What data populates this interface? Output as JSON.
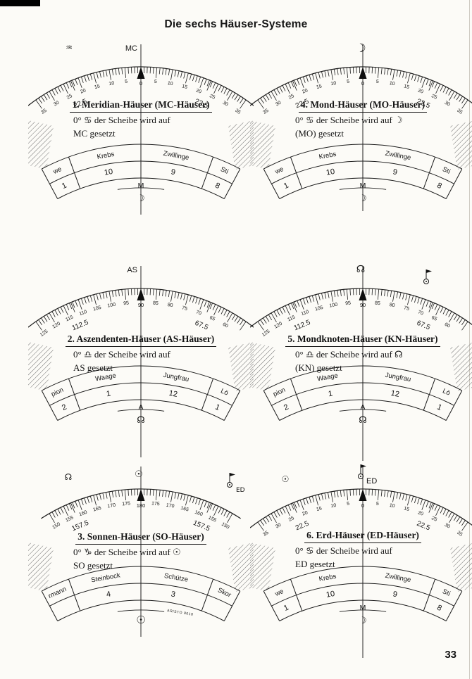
{
  "page": {
    "title": "Die sechs Häuser-Systeme",
    "page_number": "33"
  },
  "colors": {
    "ink": "#141414",
    "paper": "#fcfbf7"
  },
  "dials": [
    {
      "name": "meridian-haeuser",
      "pointer_label": "MC",
      "top_symbols": [
        {
          "name": "aquarius-symbol",
          "glyph": "♒"
        }
      ],
      "heading": "1. Meridian-Häuser (MC-Häuser)",
      "caption_line1": "0° ♋ der Scheibe wird auf",
      "caption_line2": "MC gesetzt",
      "scale": {
        "center": "0",
        "range": 35,
        "left": [
          {
            "t": "35",
            "off": 35
          },
          {
            "t": "30",
            "off": 30
          },
          {
            "t": "25",
            "off": 25
          },
          {
            "t": "22.5",
            "off": 22.5,
            "big": true
          },
          {
            "t": "20",
            "off": 20
          },
          {
            "t": "15",
            "off": 15
          },
          {
            "t": "10",
            "off": 10
          },
          {
            "t": "5",
            "off": 5
          }
        ],
        "right": [
          {
            "t": "5",
            "off": 5
          },
          {
            "t": "10",
            "off": 10
          },
          {
            "t": "15",
            "off": 15
          },
          {
            "t": "20",
            "off": 20
          },
          {
            "t": "22.5",
            "off": 22.5,
            "big": true
          },
          {
            "t": "25",
            "off": 25
          },
          {
            "t": "30",
            "off": 30
          },
          {
            "t": "35",
            "off": 35
          }
        ]
      },
      "band": {
        "names": [
          "we",
          "Krebs",
          "Zwillinge",
          "Sti"
        ],
        "numbers": [
          "1",
          "10",
          "9",
          "8"
        ],
        "center_letter": "M",
        "center_symbol": "☽"
      }
    },
    {
      "name": "aszendenten-haeuser",
      "pointer_label": "AS",
      "top_symbols": [],
      "heading": "2. Aszendenten-Häuser (AS-Häuser)",
      "caption_line1": "0° ♎ der Scheibe wird auf",
      "caption_line2": "AS gesetzt",
      "scale": {
        "center": "90",
        "range": 35,
        "left": [
          {
            "t": "125",
            "off": 35
          },
          {
            "t": "120",
            "off": 30
          },
          {
            "t": "115",
            "off": 25
          },
          {
            "t": "112.5",
            "off": 22.5,
            "big": true
          },
          {
            "t": "110",
            "off": 20
          },
          {
            "t": "105",
            "off": 15
          },
          {
            "t": "100",
            "off": 10
          },
          {
            "t": "95",
            "off": 5
          }
        ],
        "right": [
          {
            "t": "85",
            "off": 5
          },
          {
            "t": "80",
            "off": 10
          },
          {
            "t": "75",
            "off": 15
          },
          {
            "t": "70",
            "off": 20
          },
          {
            "t": "67.5",
            "off": 22.5,
            "big": true
          },
          {
            "t": "65",
            "off": 25
          },
          {
            "t": "60",
            "off": 30
          }
        ]
      },
      "band": {
        "names": [
          "pion",
          "Waage",
          "Jungfrau",
          "Lö"
        ],
        "numbers": [
          "2",
          "1",
          "12",
          "1"
        ],
        "center_letter": "A",
        "center_symbol": "☊"
      }
    },
    {
      "name": "sonnen-haeuser",
      "pointer_label": "",
      "top_symbols": [
        {
          "name": "node-symbol",
          "glyph": "☊"
        },
        {
          "name": "sun-symbol",
          "glyph": "☉"
        },
        {
          "name": "ed-marker-symbol",
          "glyph": "⚑"
        },
        {
          "name": "ed-label",
          "glyph": "ED"
        }
      ],
      "heading": "3. Sonnen-Häuser (SO-Häuser)",
      "caption_line1": "0° ♑ der Scheibe wird auf ☉",
      "caption_line2": "SO gesetzt",
      "scale": {
        "center": "180",
        "range": 30,
        "left": [
          {
            "t": "150",
            "off": 30
          },
          {
            "t": "155",
            "off": 25
          },
          {
            "t": "157.5",
            "off": 22.5,
            "big": true
          },
          {
            "t": "160",
            "off": 20
          },
          {
            "t": "165",
            "off": 15
          },
          {
            "t": "170",
            "off": 10
          },
          {
            "t": "175",
            "off": 5
          }
        ],
        "right": [
          {
            "t": "175",
            "off": 5
          },
          {
            "t": "170",
            "off": 10
          },
          {
            "t": "165",
            "off": 15
          },
          {
            "t": "160",
            "off": 20
          },
          {
            "t": "157.5",
            "off": 22.5,
            "big": true
          },
          {
            "t": "155",
            "off": 25
          },
          {
            "t": "150",
            "off": 30
          }
        ]
      },
      "band": {
        "names": [
          "rmann",
          "Steinbock",
          "Schütze",
          "Skor"
        ],
        "numbers": [
          "",
          "4",
          "3",
          ""
        ],
        "center_letter": "",
        "center_symbol": "☉",
        "brand": "ARISTO 8018"
      }
    },
    {
      "name": "mond-haeuser",
      "pointer_label": "",
      "top_symbols": [
        {
          "name": "moon-symbol",
          "glyph": "☽"
        }
      ],
      "heading": "4. Mond-Häuser (MO-Häuser)",
      "caption_line1": "0° ♋ der Scheibe wird auf ☽",
      "caption_line2": "(MO) gesetzt",
      "scale": {
        "center": "0",
        "range": 35,
        "left": [
          {
            "t": "35",
            "off": 35
          },
          {
            "t": "30",
            "off": 30
          },
          {
            "t": "25",
            "off": 25
          },
          {
            "t": "22.5",
            "off": 22.5,
            "big": true
          },
          {
            "t": "20",
            "off": 20
          },
          {
            "t": "15",
            "off": 15
          },
          {
            "t": "10",
            "off": 10
          },
          {
            "t": "5",
            "off": 5
          }
        ],
        "right": [
          {
            "t": "5",
            "off": 5
          },
          {
            "t": "10",
            "off": 10
          },
          {
            "t": "15",
            "off": 15
          },
          {
            "t": "20",
            "off": 20
          },
          {
            "t": "22.5",
            "off": 22.5,
            "big": true
          },
          {
            "t": "25",
            "off": 25
          },
          {
            "t": "30",
            "off": 30
          },
          {
            "t": "35",
            "off": 35
          }
        ]
      },
      "band": {
        "names": [
          "we",
          "Krebs",
          "Zwillinge",
          "Sti"
        ],
        "numbers": [
          "1",
          "10",
          "9",
          "8"
        ],
        "center_letter": "M",
        "center_symbol": "☽"
      }
    },
    {
      "name": "mondknoten-haeuser",
      "pointer_label": "",
      "top_symbols": [
        {
          "name": "node-symbol",
          "glyph": "☊"
        },
        {
          "name": "ed-marker-symbol",
          "glyph": "⚑"
        }
      ],
      "heading": "5. Mondknoten-Häuser (KN-Häuser)",
      "caption_line1": "0° ♎ der Scheibe wird auf ☊",
      "caption_line2": "(KN) gesetzt",
      "scale": {
        "center": "90",
        "range": 35,
        "left": [
          {
            "t": "125",
            "off": 35
          },
          {
            "t": "120",
            "off": 30
          },
          {
            "t": "115",
            "off": 25
          },
          {
            "t": "112.5",
            "off": 22.5,
            "big": true
          },
          {
            "t": "110",
            "off": 20
          },
          {
            "t": "105",
            "off": 15
          },
          {
            "t": "100",
            "off": 10
          },
          {
            "t": "95",
            "off": 5
          }
        ],
        "right": [
          {
            "t": "85",
            "off": 5
          },
          {
            "t": "80",
            "off": 10
          },
          {
            "t": "75",
            "off": 15
          },
          {
            "t": "70",
            "off": 20
          },
          {
            "t": "67.5",
            "off": 22.5,
            "big": true
          },
          {
            "t": "65",
            "off": 25
          },
          {
            "t": "60",
            "off": 30
          }
        ]
      },
      "band": {
        "names": [
          "pion",
          "Waage",
          "Jungfrau",
          "Lö"
        ],
        "numbers": [
          "2",
          "1",
          "12",
          "1"
        ],
        "center_letter": "A",
        "center_symbol": "☊"
      }
    },
    {
      "name": "erd-haeuser",
      "pointer_label": "ED",
      "top_symbols": [
        {
          "name": "sun-symbol",
          "glyph": "☉"
        },
        {
          "name": "ed-marker-symbol",
          "glyph": "⚑"
        }
      ],
      "heading": "6. Erd-Häuser (ED-Häuser)",
      "caption_line1": "0° ♋ der Scheibe wird auf",
      "caption_line2": "ED gesetzt",
      "scale": {
        "center": "0",
        "range": 35,
        "left": [
          {
            "t": "35",
            "off": 35
          },
          {
            "t": "30",
            "off": 30
          },
          {
            "t": "25",
            "off": 25
          },
          {
            "t": "22.5",
            "off": 22.5,
            "big": true
          },
          {
            "t": "20",
            "off": 20
          },
          {
            "t": "15",
            "off": 15
          },
          {
            "t": "10",
            "off": 10
          },
          {
            "t": "5",
            "off": 5
          }
        ],
        "right": [
          {
            "t": "5",
            "off": 5
          },
          {
            "t": "10",
            "off": 10
          },
          {
            "t": "15",
            "off": 15
          },
          {
            "t": "20",
            "off": 20
          },
          {
            "t": "22.5",
            "off": 22.5,
            "big": true
          },
          {
            "t": "25",
            "off": 25
          },
          {
            "t": "30",
            "off": 30
          },
          {
            "t": "35",
            "off": 35
          }
        ]
      },
      "band": {
        "names": [
          "we",
          "Krebs",
          "Zwillinge",
          "Sti"
        ],
        "numbers": [
          "1",
          "10",
          "9",
          "8"
        ],
        "center_letter": "M",
        "center_symbol": "☽"
      }
    }
  ]
}
